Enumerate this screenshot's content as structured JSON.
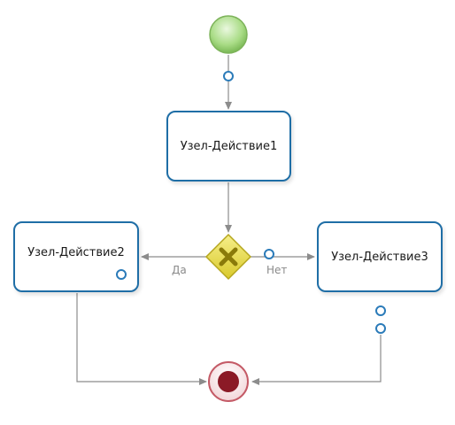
{
  "nodes": {
    "start_event": {
      "kind": "start-event",
      "fill": "#9fd27a"
    },
    "task1": {
      "label": "Узел-Действие1"
    },
    "gateway": {
      "kind": "exclusive-gateway",
      "fill": "#e6dc4a"
    },
    "task2": {
      "label": "Узел-Действие2"
    },
    "task3": {
      "label": "Узел-Действие3"
    },
    "end_event": {
      "kind": "end-event",
      "fill": "#8b1a26"
    }
  },
  "edges": {
    "yes_label": "Да",
    "no_label": "Нет"
  },
  "colors": {
    "task_border": "#1f6ea6",
    "connector": "#8c8c8c",
    "port": "#2b7bb9"
  }
}
